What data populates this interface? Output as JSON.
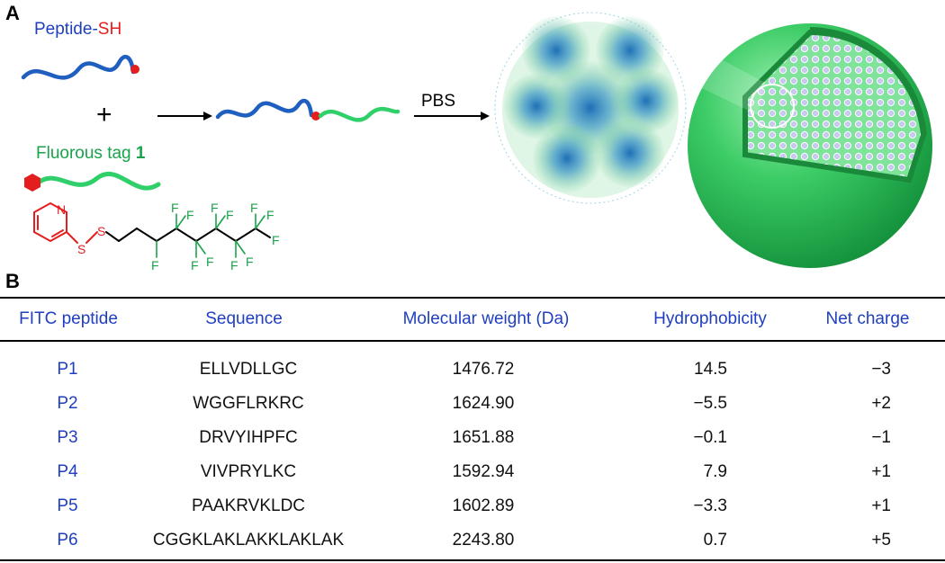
{
  "panel_labels": {
    "a": "A",
    "b": "B"
  },
  "scheme": {
    "peptide_prefix": "Peptide-",
    "peptide_suffix": "SH",
    "plus": "+",
    "fluorous_text": "Fluorous tag ",
    "fluorous_number": "1",
    "pbs": "PBS",
    "atom_n": "N",
    "atom_s": "S",
    "atom_f": "F"
  },
  "colors": {
    "peptide": "#1f5fbf",
    "fluorous": "#2fcf6a",
    "thiol": "#e41e1e",
    "sphere": "#2fc55a",
    "label_blue": "#1f3fbf"
  },
  "table": {
    "headers": [
      "FITC peptide",
      "Sequence",
      "Molecular weight (Da)",
      "Hydrophobicity",
      "Net charge"
    ],
    "rows": [
      {
        "id": "P1",
        "sequence": "ELLVDLLGC",
        "mw": "1476.72",
        "hydro": "14.5",
        "charge": "−3"
      },
      {
        "id": "P2",
        "sequence": "WGGFLRKRC",
        "mw": "1624.90",
        "hydro": "−5.5",
        "charge": "+2"
      },
      {
        "id": "P3",
        "sequence": "DRVYIHPFC",
        "mw": "1651.88",
        "hydro": "−0.1",
        "charge": "−1"
      },
      {
        "id": "P4",
        "sequence": "VIVPRYLKC",
        "mw": "1592.94",
        "hydro": "7.9",
        "charge": "+1"
      },
      {
        "id": "P5",
        "sequence": "PAAKRVKLDC",
        "mw": "1602.89",
        "hydro": "−3.3",
        "charge": "+1"
      },
      {
        "id": "P6",
        "sequence": "CGGKLAKLAKKLAKLAK",
        "mw": "2243.80",
        "hydro": "0.7",
        "charge": "+5"
      }
    ]
  }
}
